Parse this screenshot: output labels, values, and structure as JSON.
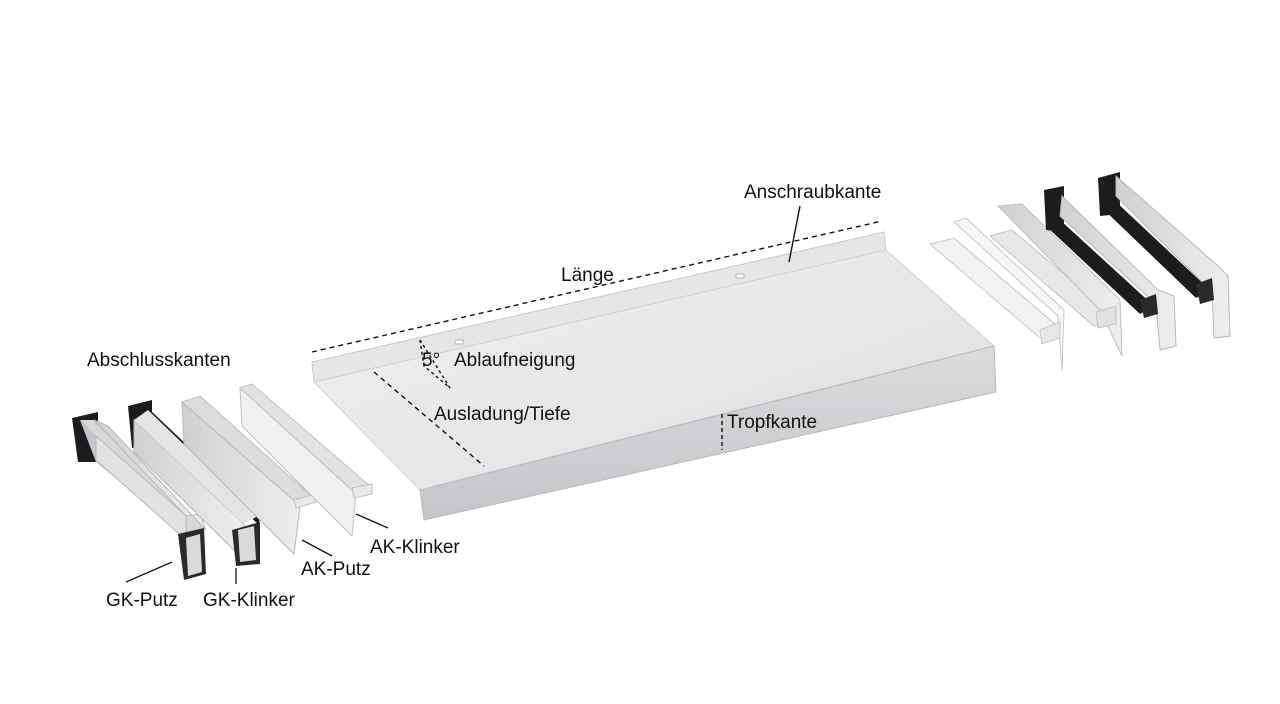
{
  "labels": {
    "anschraubkante": "Anschraubkante",
    "laenge": "Länge",
    "abschlusskanten": "Abschlusskanten",
    "neigung_value": "5°",
    "ablaufneigung": "Ablaufneigung",
    "ausladung": "Ausladung/Tiefe",
    "tropfkante": "Tropfkante",
    "ak_klinker": "AK-Klinker",
    "ak_putz": "AK-Putz",
    "gk_putz": "GK-Putz",
    "gk_klinker": "GK-Klinker"
  },
  "colors": {
    "sill_top": "#e9e9ea",
    "sill_front": "#d2d3d5",
    "sill_shade": "#bfc0c2",
    "cap_light": "#dcdcde",
    "cap_dark": "#1c1c1e",
    "line": "#111111"
  }
}
